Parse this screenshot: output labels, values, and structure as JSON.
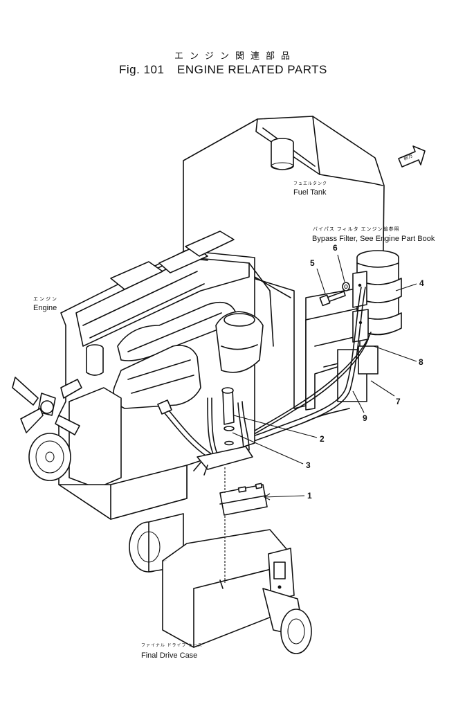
{
  "title": {
    "japanese": "エンジン関連部品",
    "figure": "Fig. 101",
    "english": "ENGINE RELATED PARTS"
  },
  "labels": {
    "fuel_tank": {
      "jp": "フュエルタンク",
      "en": "Fuel Tank"
    },
    "bypass_filter": {
      "jp": "バイパス フィルタ エンジン編参照",
      "en": "Bypass Filter, See Engine Part Book"
    },
    "engine": {
      "jp": "エンジン",
      "en": "Engine"
    },
    "final_drive_case": {
      "jp": "ファイナル ドライブ ケース",
      "en": "Final Drive Case"
    },
    "front_arrow": "前方"
  },
  "callouts": [
    "1",
    "2",
    "3",
    "4",
    "5",
    "6",
    "7",
    "8",
    "9"
  ]
}
